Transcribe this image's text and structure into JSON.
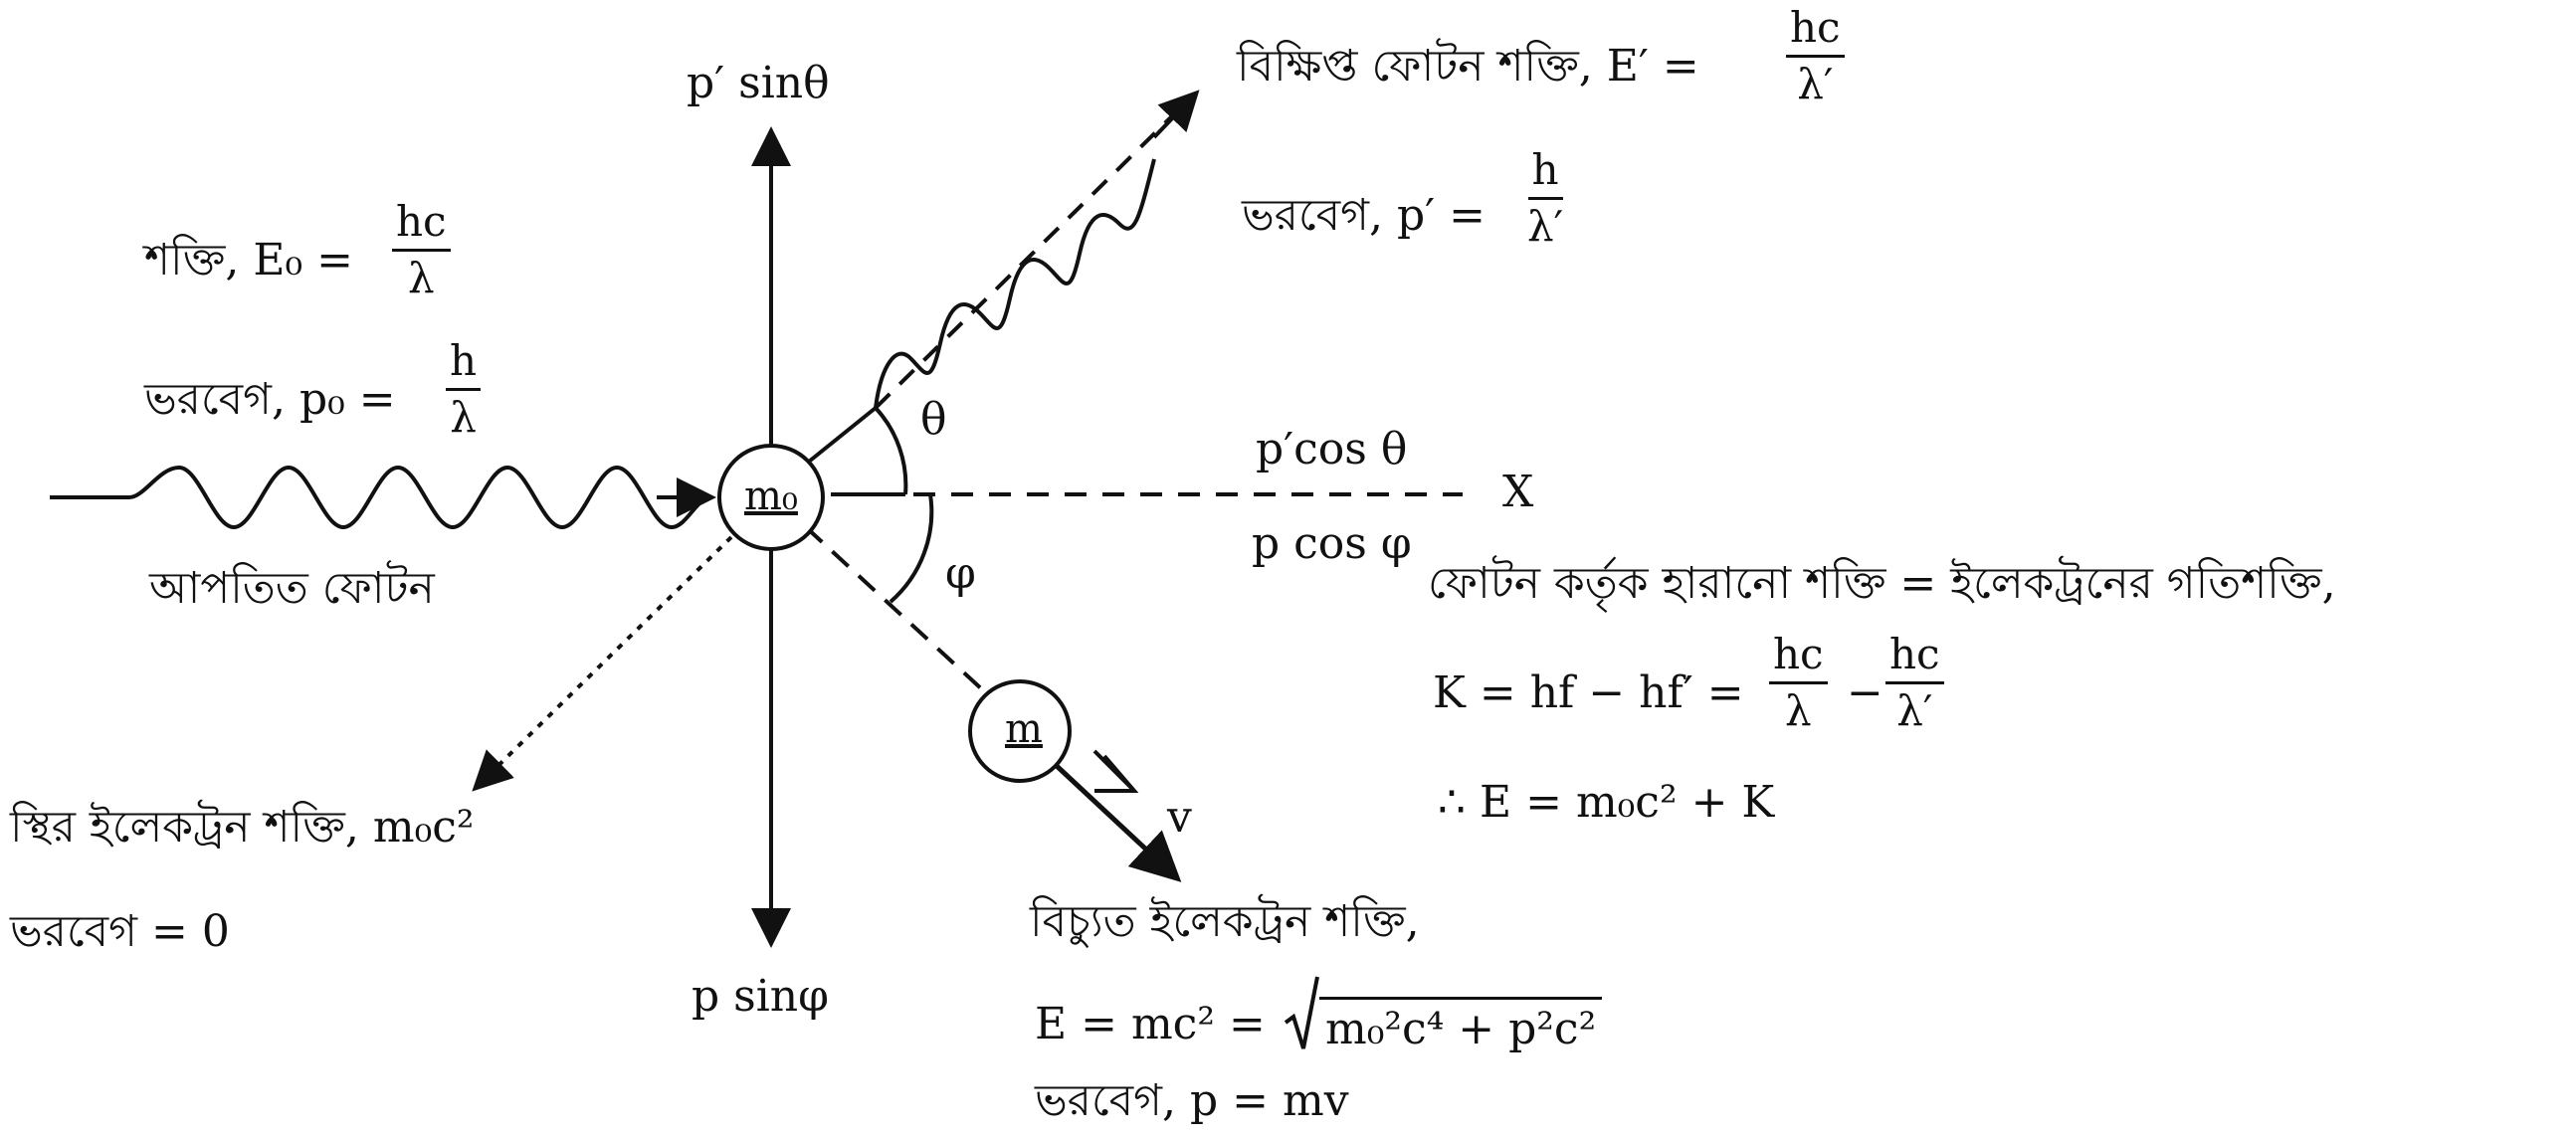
{
  "incident": {
    "energy_label": "শক্তি, E₀ =",
    "energy_num": "hc",
    "energy_den": "λ",
    "momentum_label": "ভরবেগ, p₀ =",
    "momentum_num": "h",
    "momentum_den": "λ",
    "caption": "আপতিত ফোটন"
  },
  "scattered": {
    "energy_label": "বিক্ষিপ্ত ফোটন শক্তি, E′ =",
    "energy_num": "hc",
    "energy_den": "λ′",
    "momentum_label": "ভরবেগ, p′ =",
    "momentum_num": "h",
    "momentum_den": "λ′"
  },
  "axis": {
    "top": "p′ sinθ",
    "bottom": "p sinφ",
    "x": "X",
    "theta": "θ",
    "phi": "φ",
    "p_prime_cos": "p′cos θ",
    "p_cos": "p cos φ"
  },
  "particles": {
    "rest_mass": "m₀",
    "moving_mass": "m",
    "velocity": "v"
  },
  "rest_electron": {
    "energy": "স্থির ইলেকট্রন শক্তি, m₀c²",
    "momentum": "ভরবেগ = 0"
  },
  "recoil_electron": {
    "title": "বিচ্যুত ইলেকট্রন শক্তি,",
    "energy_prefix": "E = mc² =",
    "energy_radicand": "m₀²c⁴ + p²c²",
    "momentum": "ভরবেগ, p = mv"
  },
  "energy_balance": {
    "statement": "ফোটন কর্তৃক হারানো শক্তি = ইলেকট্রনের গতিশক্তি,",
    "k_prefix": "K = hf − hf′ =",
    "k_frac1_num": "hc",
    "k_frac1_den": "λ",
    "k_minus": "−",
    "k_frac2_num": "hc",
    "k_frac2_den": "λ′",
    "total": "∴ E = m₀c² + K"
  }
}
